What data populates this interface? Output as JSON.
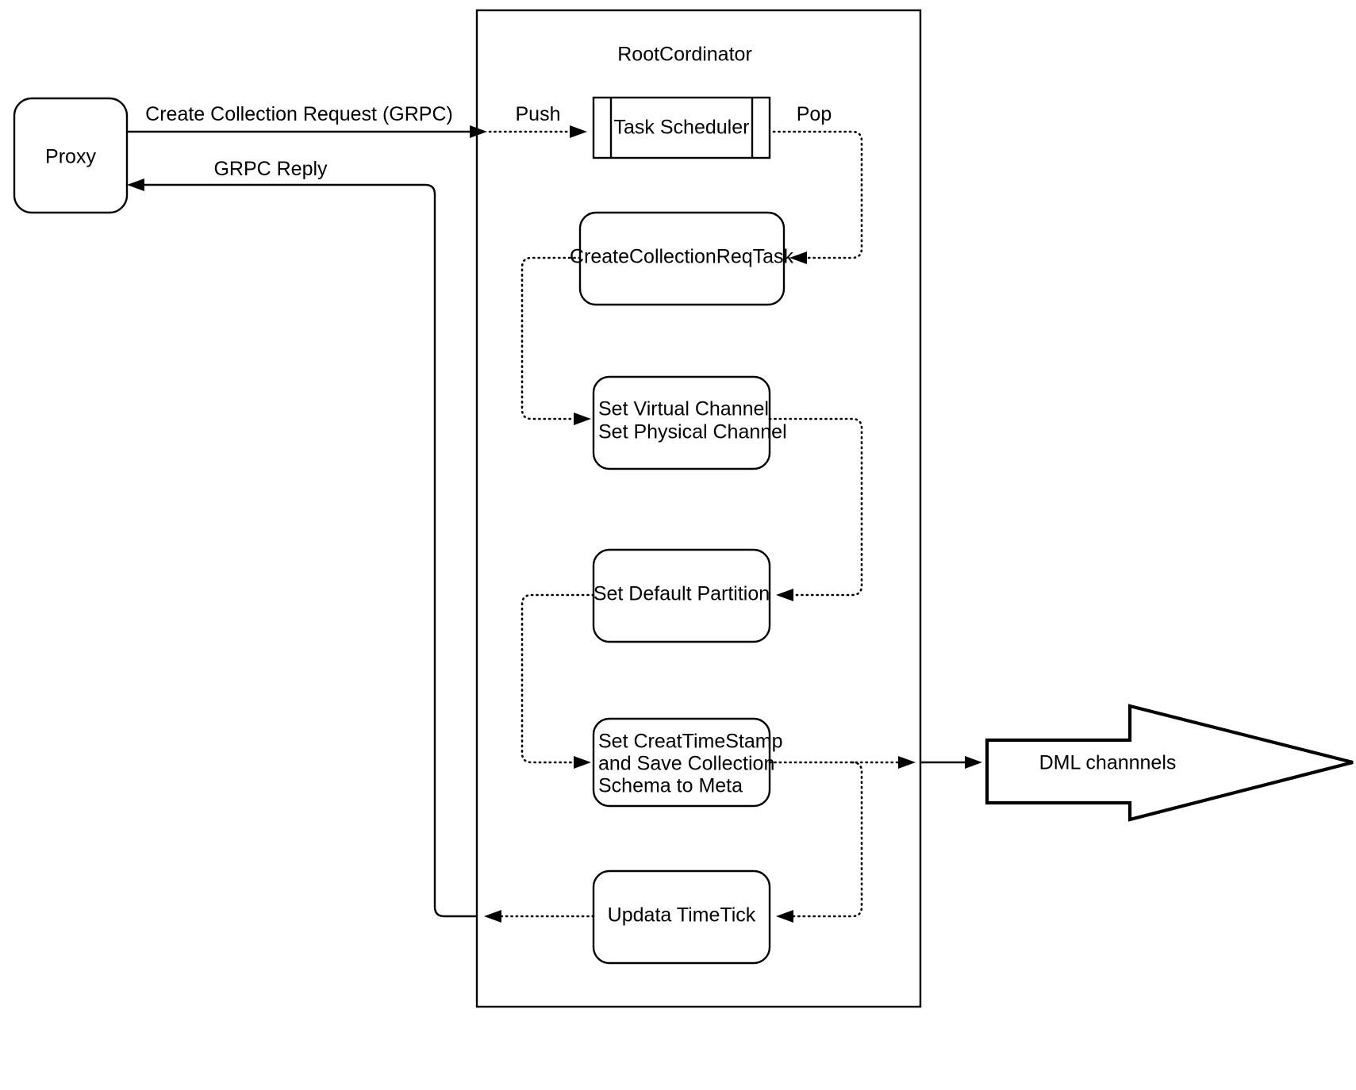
{
  "diagram": {
    "type": "flowchart",
    "title_visible": false,
    "background_color": "#ffffff",
    "stroke_color": "#000000",
    "containers": [
      {
        "id": "rootcoordinator",
        "label": "RootCordinator",
        "shape": "rectangle"
      }
    ],
    "nodes": [
      {
        "id": "proxy",
        "label": "Proxy",
        "shape": "rounded-rectangle"
      },
      {
        "id": "task-scheduler",
        "label": "Task Scheduler",
        "shape": "queue-internal-storage"
      },
      {
        "id": "create-collection-req-task",
        "label": "CreateCollectionReqTask",
        "shape": "rounded-rectangle"
      },
      {
        "id": "set-channel",
        "label": "Set Virtual Channel\nSet Physical Channel",
        "line1": "Set Virtual Channel",
        "line2": "Set Physical Channel",
        "shape": "rounded-rectangle"
      },
      {
        "id": "set-default-partition",
        "label": "Set Default Partition",
        "shape": "rounded-rectangle"
      },
      {
        "id": "set-timestamp",
        "label": "Set CreatTimeStamp and Save Collection Schema to Meta",
        "line1": "Set CreatTimeStamp",
        "line2": "and Save Collection",
        "line3": "Schema to Meta",
        "shape": "rounded-rectangle"
      },
      {
        "id": "updata-timetick",
        "label": "Updata TimeTick",
        "shape": "rounded-rectangle"
      },
      {
        "id": "dml-channnels",
        "label": "DML channnels",
        "shape": "block-arrow-right"
      }
    ],
    "edges": [
      {
        "id": "e1",
        "from": "proxy",
        "to": "rootcoordinator",
        "label": "Create Collection Request (GRPC)",
        "style": "solid-then-dotted"
      },
      {
        "id": "e2",
        "from": "rootcoordinator",
        "to": "task-scheduler",
        "label": "Push",
        "style": "dotted"
      },
      {
        "id": "e3",
        "from": "task-scheduler",
        "to": "create-collection-req-task",
        "label": "Pop",
        "style": "dotted"
      },
      {
        "id": "e4",
        "from": "create-collection-req-task",
        "to": "set-channel",
        "label": "",
        "style": "dotted"
      },
      {
        "id": "e5",
        "from": "set-channel",
        "to": "set-default-partition",
        "label": "",
        "style": "dotted"
      },
      {
        "id": "e6",
        "from": "set-default-partition",
        "to": "set-timestamp",
        "label": "",
        "style": "dotted"
      },
      {
        "id": "e7",
        "from": "set-timestamp",
        "to": "dml-channnels",
        "label": "",
        "style": "dotted-then-solid"
      },
      {
        "id": "e8",
        "from": "set-timestamp",
        "to": "updata-timetick",
        "label": "",
        "style": "dotted"
      },
      {
        "id": "e9",
        "from": "updata-timetick",
        "to": "proxy",
        "label": "GRPC Reply",
        "style": "dotted-then-solid"
      }
    ]
  },
  "labels": {
    "proxy": "Proxy",
    "rootcoordinator": "RootCordinator",
    "task_scheduler": "Task Scheduler",
    "create_collection_req_task": "CreateCollectionReqTask",
    "set_virtual_channel": "Set Virtual Channel",
    "set_physical_channel": "Set Physical Channel",
    "set_default_partition": "Set Default Partition",
    "set_timestamp_l1": "Set CreatTimeStamp",
    "set_timestamp_l2": "and Save Collection",
    "set_timestamp_l3": "Schema to Meta",
    "updata_timetick": "Updata TimeTick",
    "dml_channnels": "DML channnels",
    "edge_create_collection_request": "Create Collection Request (GRPC)",
    "edge_grpc_reply": "GRPC Reply",
    "edge_push": "Push",
    "edge_pop": "Pop"
  }
}
